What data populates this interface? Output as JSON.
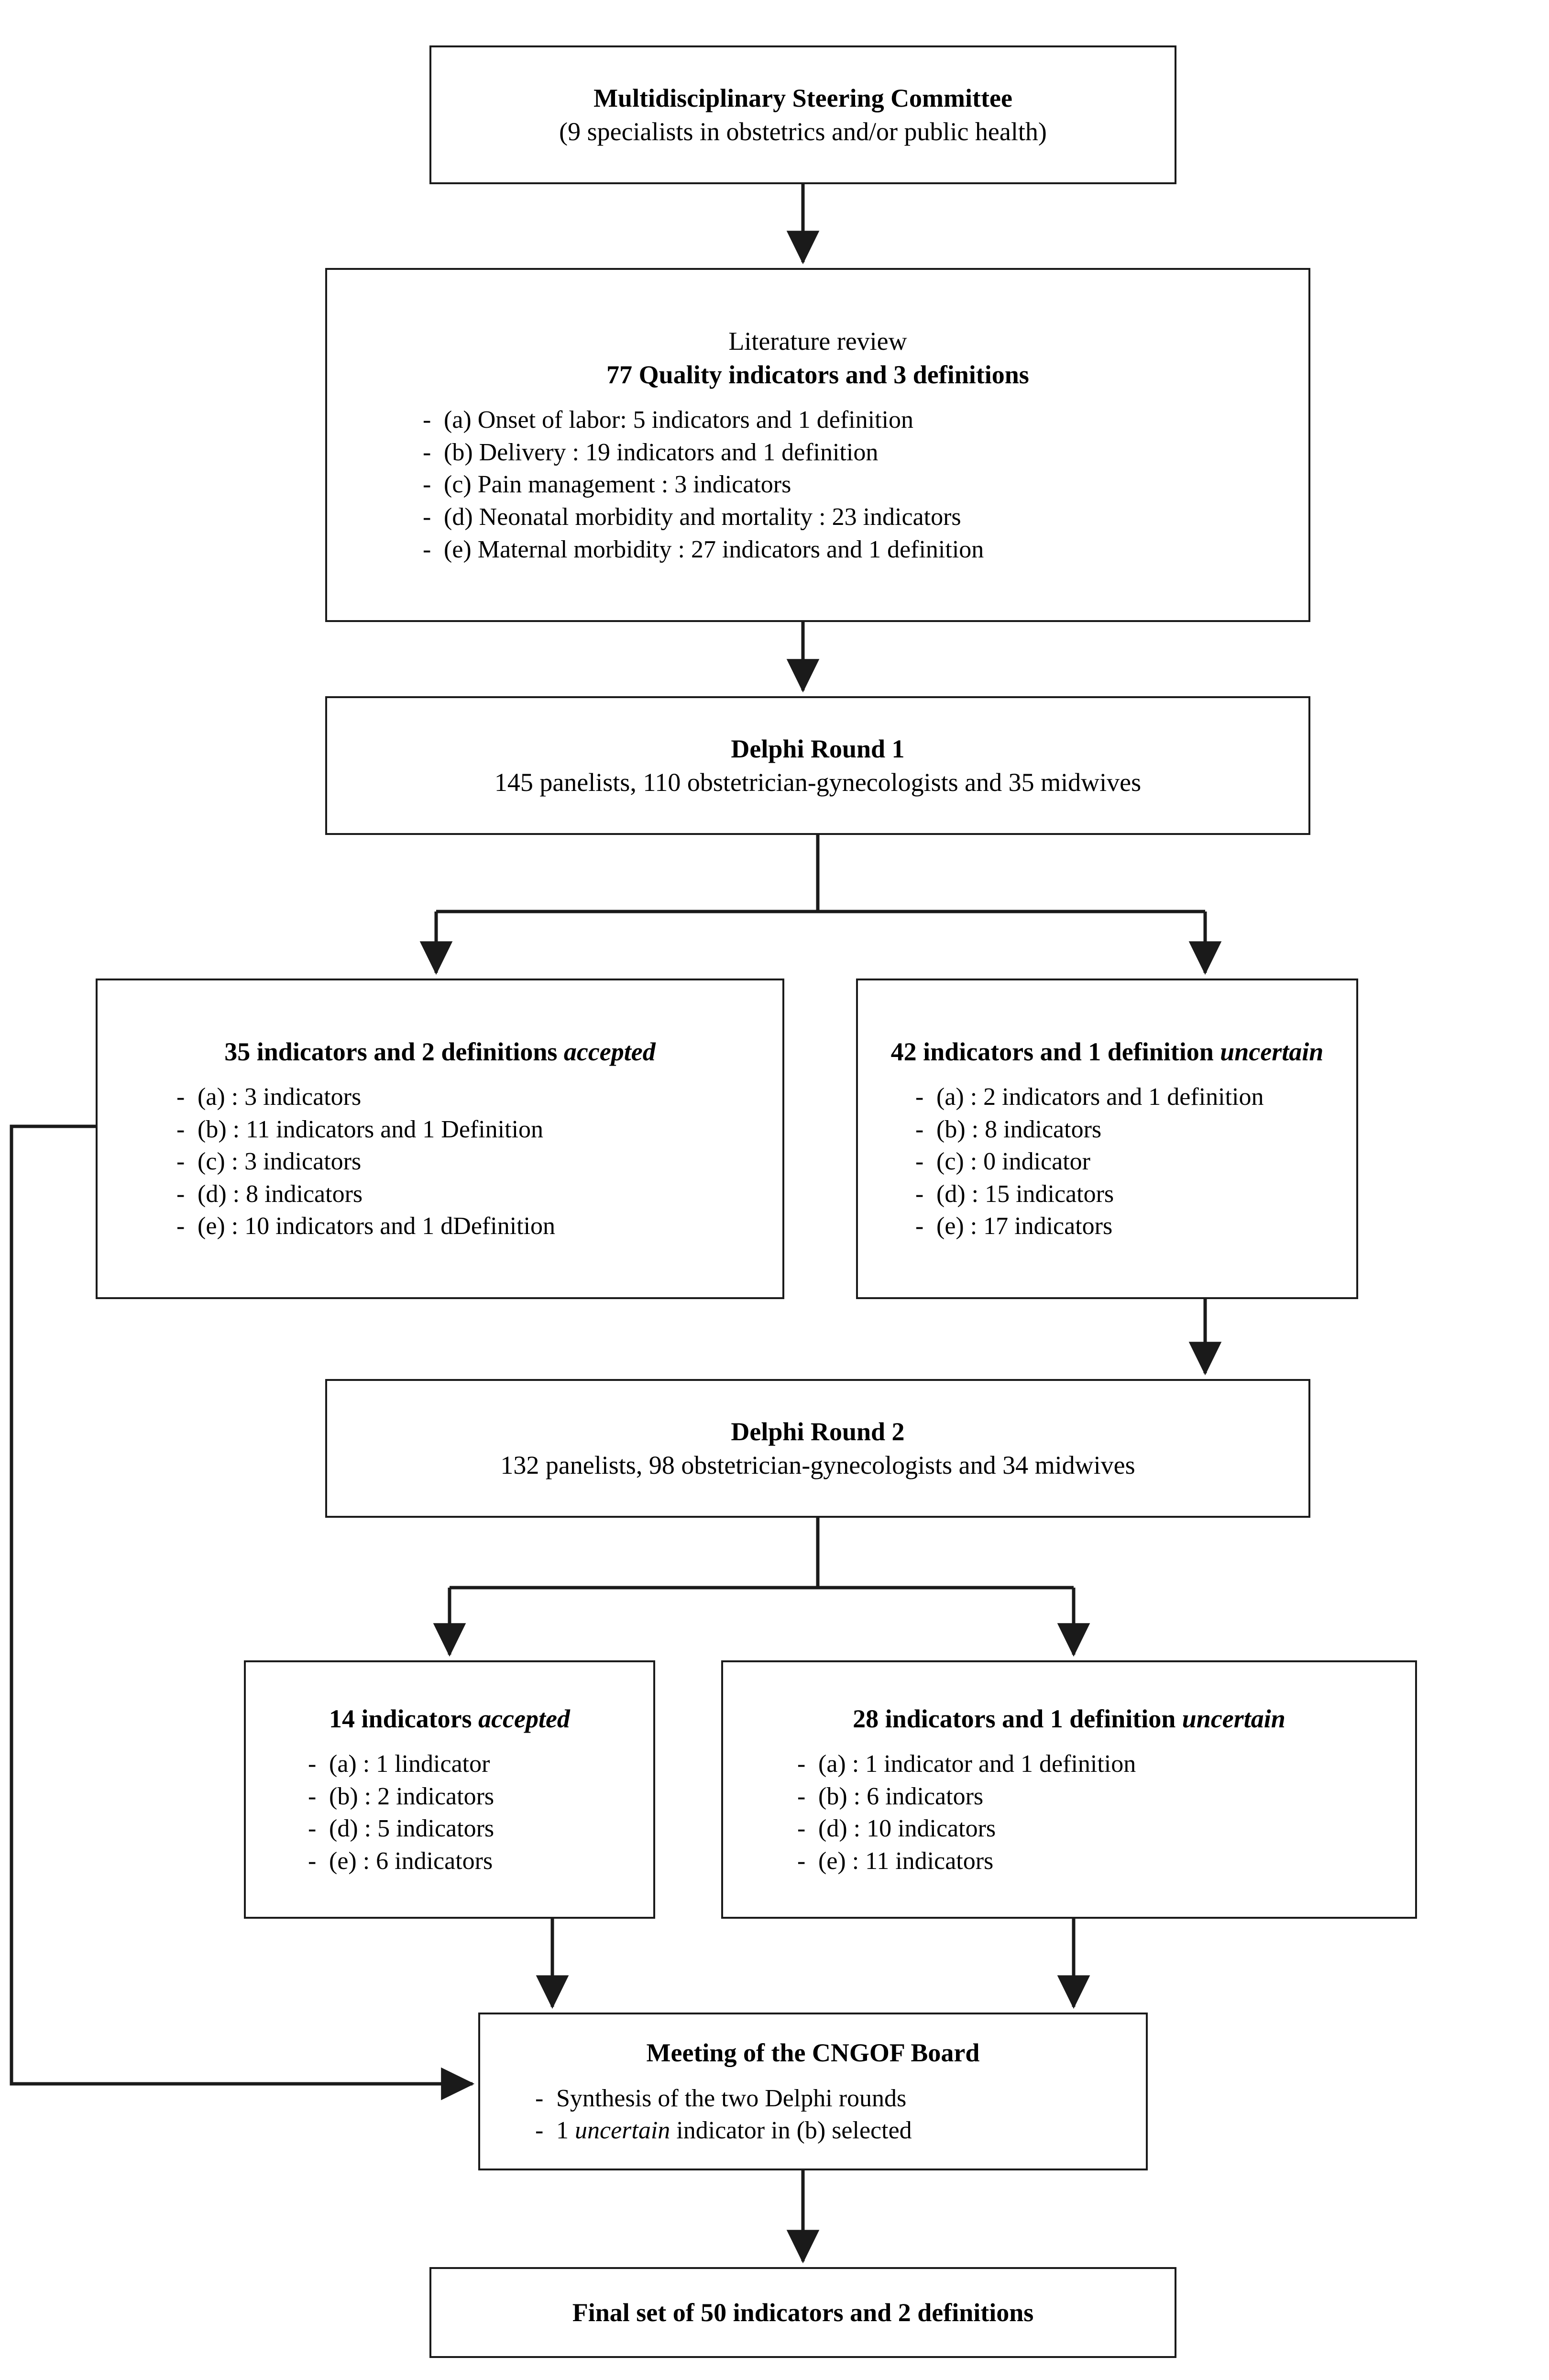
{
  "diagram": {
    "type": "flowchart",
    "orientation": "top-to-bottom",
    "nodes": {
      "steering": {
        "title": "Multidisciplinary Steering Committee",
        "subtitle": "(9 specialists in obstetrics and/or public health)"
      },
      "literature_review": {
        "title": "Literature review",
        "subtitle": "77 Quality indicators and 3 definitions",
        "bullets": [
          "(a) Onset of labor: 5 indicators and 1 definition",
          "(b) Delivery : 19 indicators and 1 definition",
          "(c) Pain management : 3 indicators",
          "(d) Neonatal morbidity and mortality : 23 indicators",
          "(e) Maternal morbidity : 27 indicators and 1 definition"
        ]
      },
      "round1": {
        "title": "Delphi Round 1",
        "subtitle": "145 panelists, 110 obstetrician-gynecologists and 35 midwives"
      },
      "accepted_round1": {
        "title_main": "35 indicators and 2 definitions ",
        "title_italic": "accepted",
        "bullets": [
          "(a) : 3 indicators",
          "(b) : 11 indicators and 1 Definition",
          "(c) : 3 indicators",
          "(d) : 8 indicators",
          "(e) : 10 indicators and 1 dDefinition"
        ]
      },
      "uncertain_round1": {
        "title_main": "42 indicators and 1 definition ",
        "title_italic": "uncertain",
        "bullets": [
          "(a) : 2 indicators and 1 definition",
          "(b) : 8 indicators",
          "(c) : 0 indicator",
          "(d) : 15 indicators",
          "(e) : 17 indicators"
        ]
      },
      "round2": {
        "title": "Delphi Round 2",
        "subtitle": "132 panelists, 98 obstetrician-gynecologists and 34 midwives"
      },
      "accepted_round2": {
        "title_main": "14 indicators ",
        "title_italic": "accepted",
        "bullets": [
          "(a) : 1 lindicator",
          "(b) : 2 indicators",
          "(d) : 5 indicators",
          "(e) : 6 indicators"
        ]
      },
      "uncertain_round2": {
        "title_main": "28 indicators and 1 definition ",
        "title_italic": "uncertain",
        "bullets": [
          "(a) : 1 indicator and 1 definition",
          "(b) : 6 indicators",
          "(d) : 10 indicators",
          "(e) : 11 indicators"
        ]
      },
      "board": {
        "title": "Meeting of the CNGOF Board",
        "bullet_1": "Synthesis of the two Delphi rounds",
        "bullet_2_pre": "1 ",
        "bullet_2_italic": "uncertain",
        "bullet_2_post": " indicator in (b) selected"
      },
      "final": {
        "title": "Final set of 50 indicators and 2 definitions"
      }
    },
    "colors": {
      "stroke": "#1a1a1a",
      "background": "#ffffff",
      "text": "#000000"
    }
  }
}
